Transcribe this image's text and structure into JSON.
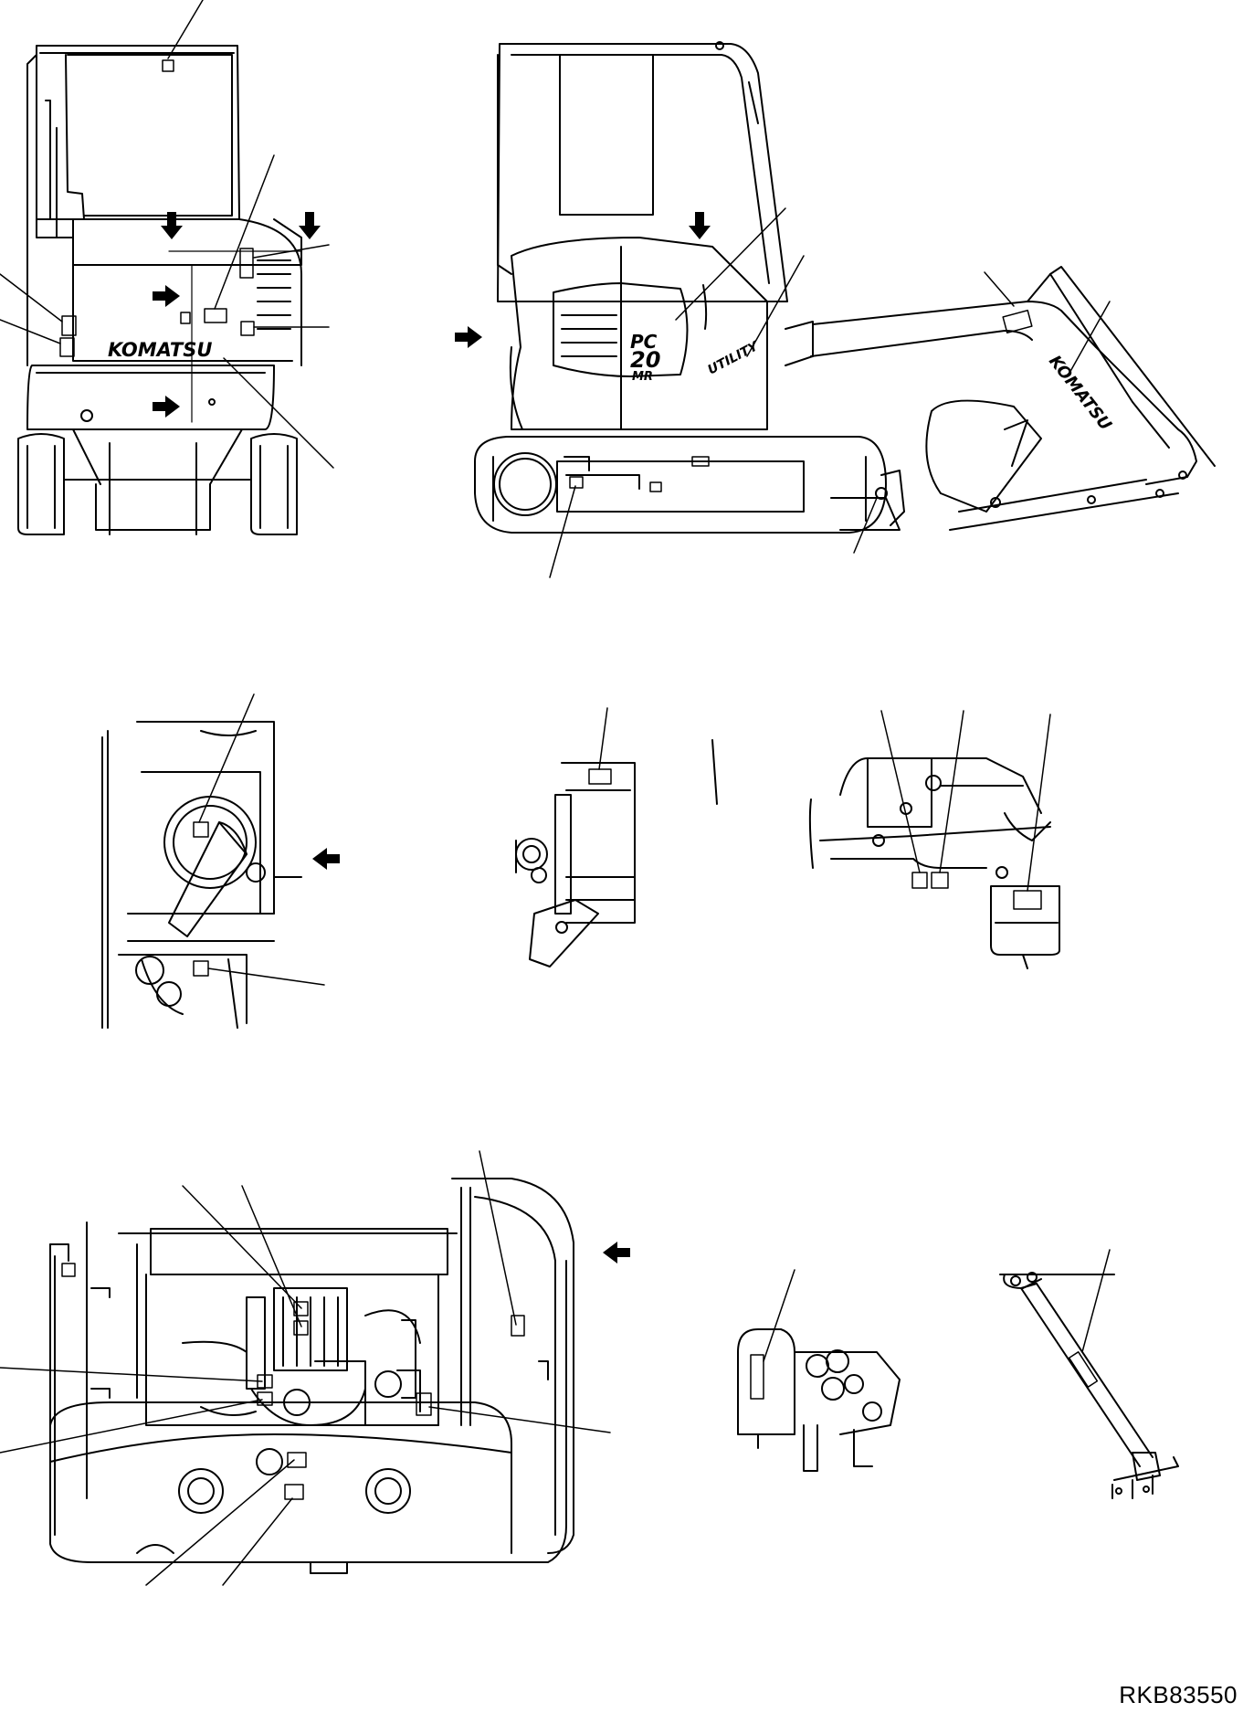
{
  "drawing": {
    "code": "RKB83550",
    "brand": "KOMATSU",
    "model_line1": "PC",
    "model_line2": "20",
    "model_line3": "MR",
    "series_badge": "UTILITY"
  },
  "colors": {
    "ink": "#000000",
    "paper": "#ffffff"
  },
  "views": [
    {
      "id": "rear-view"
    },
    {
      "id": "side-view"
    },
    {
      "id": "fuel-tank-detail"
    },
    {
      "id": "valve-detail"
    },
    {
      "id": "track-frame-detail"
    },
    {
      "id": "engine-compartment"
    },
    {
      "id": "control-valve-detail"
    },
    {
      "id": "cylinder-detail"
    }
  ]
}
